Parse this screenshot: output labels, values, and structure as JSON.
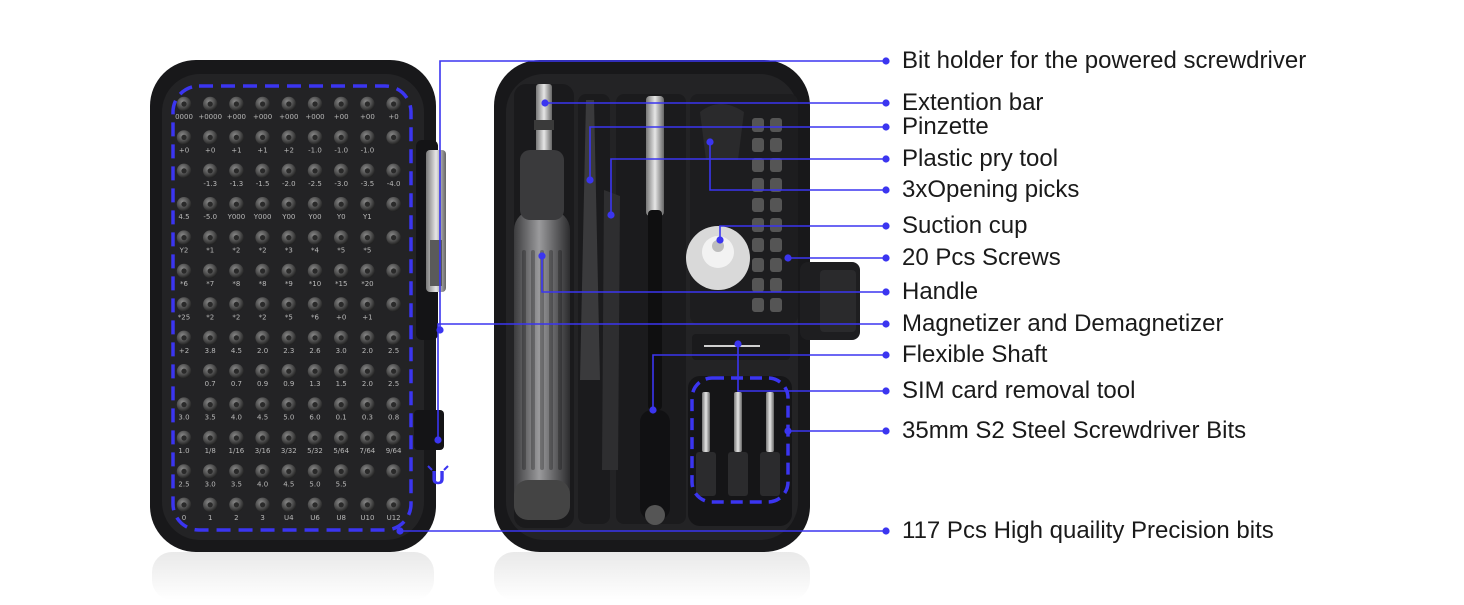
{
  "colors": {
    "accent": "#3b35f0",
    "case": "#1c1c1e",
    "case_inner": "#222224",
    "text": "#1a1a1a"
  },
  "icon": "magnet-u-icon",
  "bit_grid": {
    "rows": [
      [
        "0000",
        "+0000",
        "+000",
        "+000",
        "+000",
        "+000",
        "+00",
        "+00",
        "+0"
      ],
      [
        "+0",
        "+0",
        "+1",
        "+1",
        "+2",
        "-1.0",
        "-1.0",
        "-1.0",
        ""
      ],
      [
        "",
        "-1.3",
        "-1.3",
        "-1.5",
        "-2.0",
        "-2.5",
        "-3.0",
        "-3.5",
        "-4.0"
      ],
      [
        "4.5",
        "-5.0",
        "Y000",
        "Y000",
        "Y00",
        "Y00",
        "Y0",
        "Y1",
        ""
      ],
      [
        "Y2",
        "*1",
        "*2",
        "*2",
        "*3",
        "*4",
        "*5",
        "*5",
        ""
      ],
      [
        "*6",
        "*7",
        "*8",
        "*8",
        "*9",
        "*10",
        "*15",
        "*20",
        ""
      ],
      [
        "*25",
        "*2",
        "*2",
        "*2",
        "*5",
        "*6",
        "+0",
        "+1",
        ""
      ],
      [
        "+2",
        "3.8",
        "4.5",
        "2.0",
        "2.3",
        "2.6",
        "3.0",
        "2.0",
        "2.5"
      ],
      [
        "",
        "0.7",
        "0.7",
        "0.9",
        "0.9",
        "1.3",
        "1.5",
        "2.0",
        "2.5"
      ],
      [
        "3.0",
        "3.5",
        "4.0",
        "4.5",
        "5.0",
        "6.0",
        "0.1",
        "0.3",
        "0.8"
      ],
      [
        "1.0",
        "1/8",
        "1/16",
        "3/16",
        "3/32",
        "5/32",
        "5/64",
        "7/64",
        "9/64"
      ],
      [
        "2.5",
        "3.0",
        "3.5",
        "4.0",
        "4.5",
        "5.0",
        "5.5",
        "",
        ""
      ],
      [
        "0",
        "1",
        "2",
        "3",
        "U4",
        "U6",
        "U8",
        "U10",
        "U12"
      ]
    ]
  },
  "callouts": [
    {
      "label": "Bit holder for the powered screwdriver"
    },
    {
      "label": "Extention bar"
    },
    {
      "label": "Pinzette"
    },
    {
      "label": "Plastic pry tool"
    },
    {
      "label": "3xOpening picks"
    },
    {
      "label": "Suction cup"
    },
    {
      "label": "20 Pcs Screws"
    },
    {
      "label": "Handle"
    },
    {
      "label": "Magnetizer and Demagnetizer"
    },
    {
      "label": "Flexible Shaft"
    },
    {
      "label": "SIM card removal tool"
    },
    {
      "label": "35mm S2 Steel Screwdriver Bits"
    },
    {
      "label": "117 Pcs High quaility Precision bits"
    }
  ]
}
